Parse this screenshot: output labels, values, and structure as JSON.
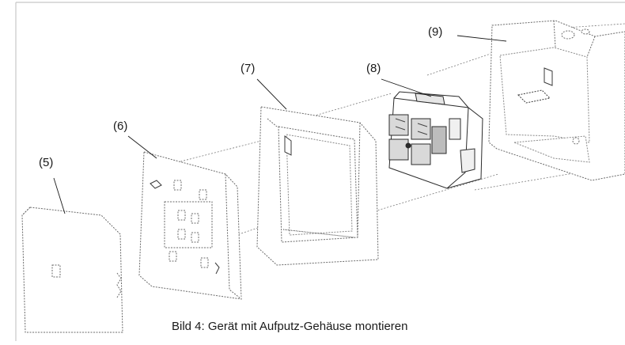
{
  "figure": {
    "caption": "Bild 4: Gerät mit Aufputz-Gehäuse montieren",
    "callouts": {
      "c5": "(5)",
      "c6": "(6)",
      "c7": "(7)",
      "c8": "(8)",
      "c9": "(9)"
    }
  },
  "colors": {
    "line": "#6b6b6b",
    "dark": "#2b2b2b",
    "mid": "#8a8a8a",
    "light": "#c8c8c8"
  }
}
